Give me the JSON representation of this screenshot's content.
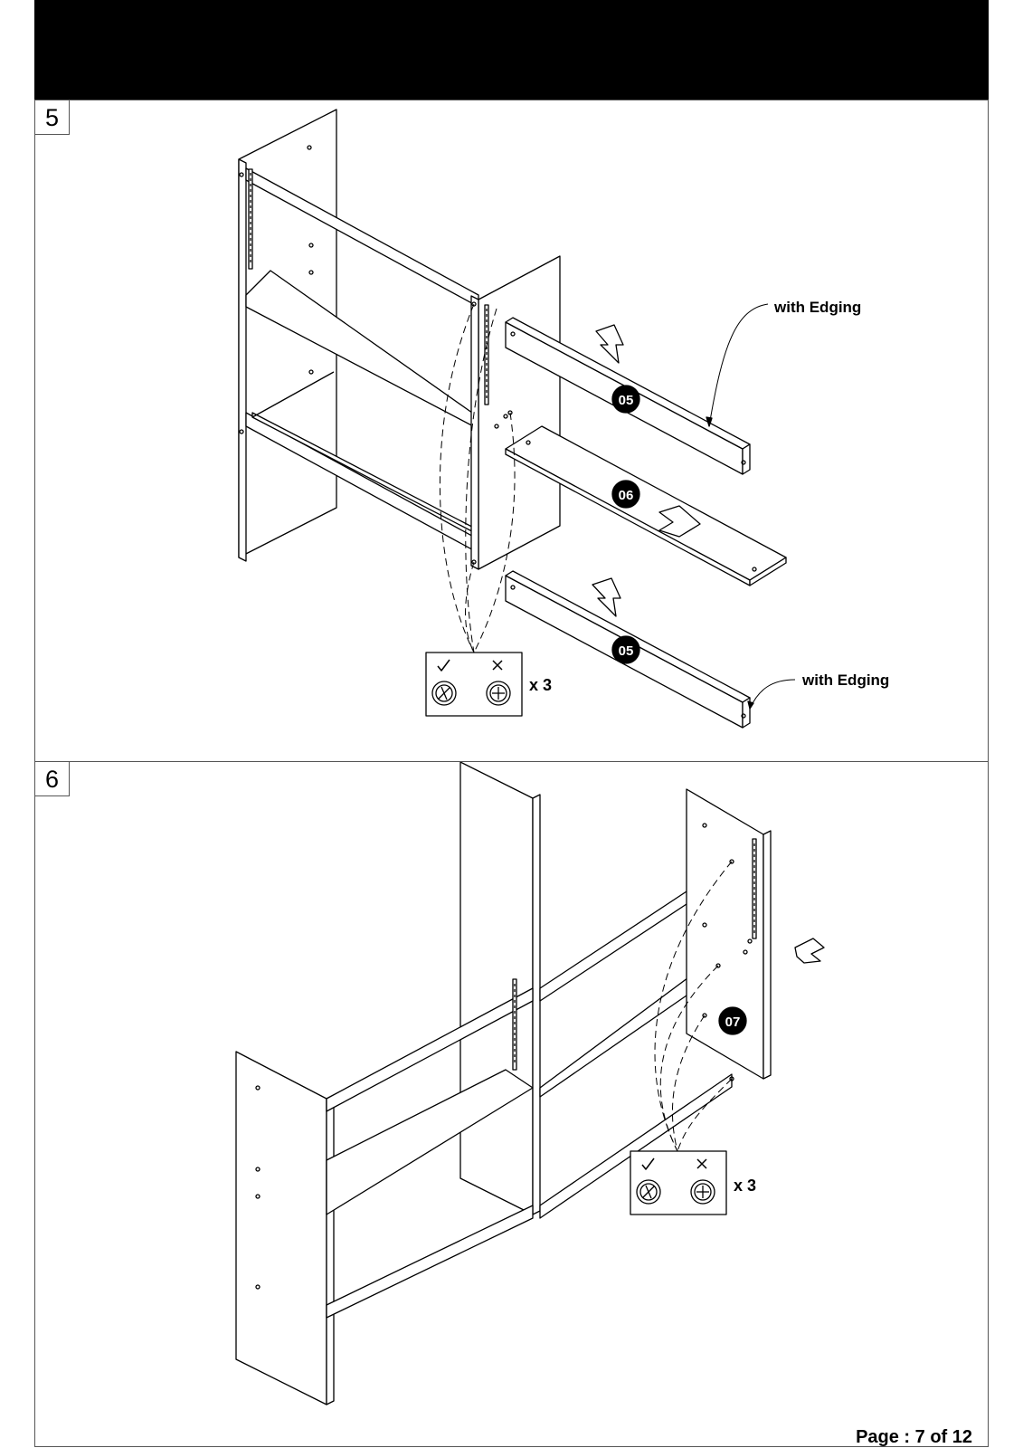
{
  "steps": [
    {
      "number": "5",
      "parts": [
        "05",
        "06",
        "05"
      ],
      "notes": [
        "with Edging",
        "with Edging"
      ],
      "screw_qty": "x 3"
    },
    {
      "number": "6",
      "parts": [
        "07"
      ],
      "screw_qty": "x 3"
    }
  ],
  "footer": {
    "page_label": "Page : 7 of 12"
  }
}
